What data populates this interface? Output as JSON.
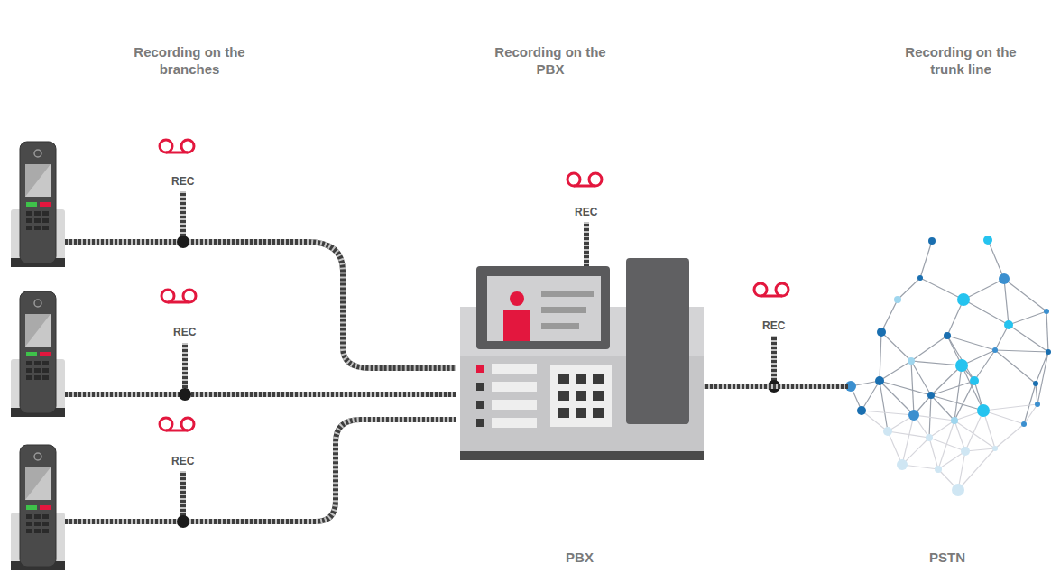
{
  "diagram": {
    "nodes": [
      {
        "text": [
          "PBX"
        ]
      },
      {
        "text": [
          "PSTN"
        ]
      }
    ],
    "edges": [
      {
        "from": 0,
        "to": 1,
        "arrow": "none"
      }
    ],
    "labels": [
      "Recording on the branches",
      "Recording on the PBX",
      "Recording on the trunk line",
      "REC",
      "REC",
      "REC",
      "REC",
      "REC"
    ]
  }
}
